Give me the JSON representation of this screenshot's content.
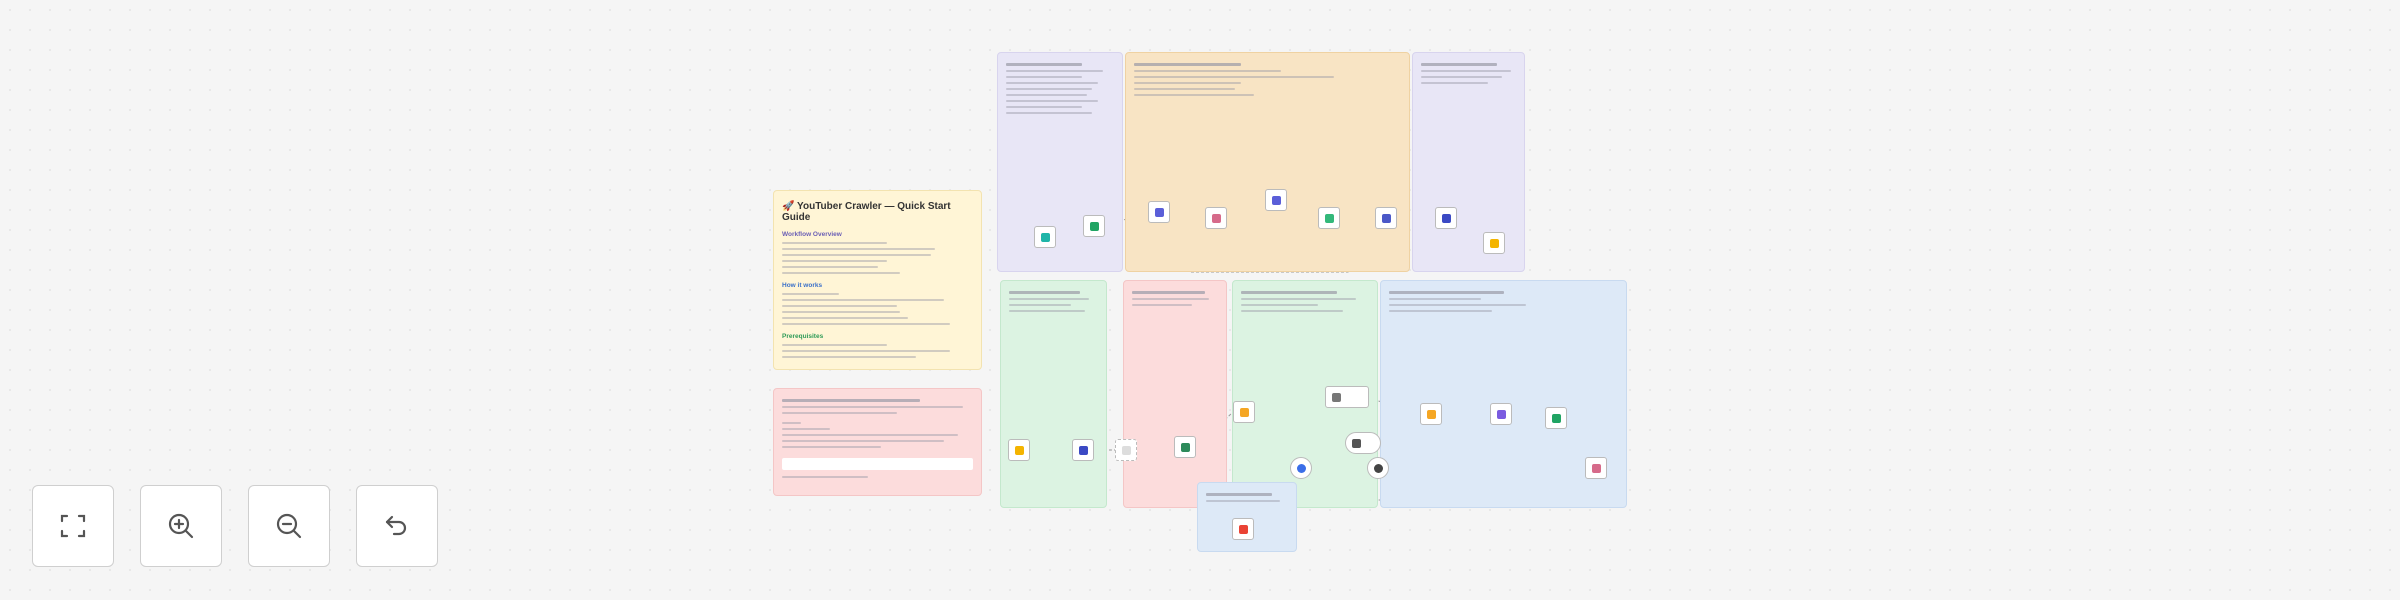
{
  "quick_start": {
    "title": "🚀 YouTuber Crawler — Quick Start Guide",
    "sections": [
      "Workflow Overview",
      "How it works",
      "Prerequisites"
    ]
  },
  "colors": {
    "canvas": "#f5f5f5",
    "yellow_note": "#fff5d6",
    "pink_note": "#fcdcdc",
    "purple_note": "#e8e6f6",
    "orange_note": "#f8e4c4",
    "green_note": "#dcf3e2",
    "blue_note": "#dde9f7"
  },
  "controls": [
    {
      "name": "fit-view",
      "icon": "fit-view-icon"
    },
    {
      "name": "zoom-in",
      "icon": "zoom-in-icon"
    },
    {
      "name": "zoom-out",
      "icon": "zoom-out-icon"
    },
    {
      "name": "undo",
      "icon": "undo-icon"
    }
  ]
}
